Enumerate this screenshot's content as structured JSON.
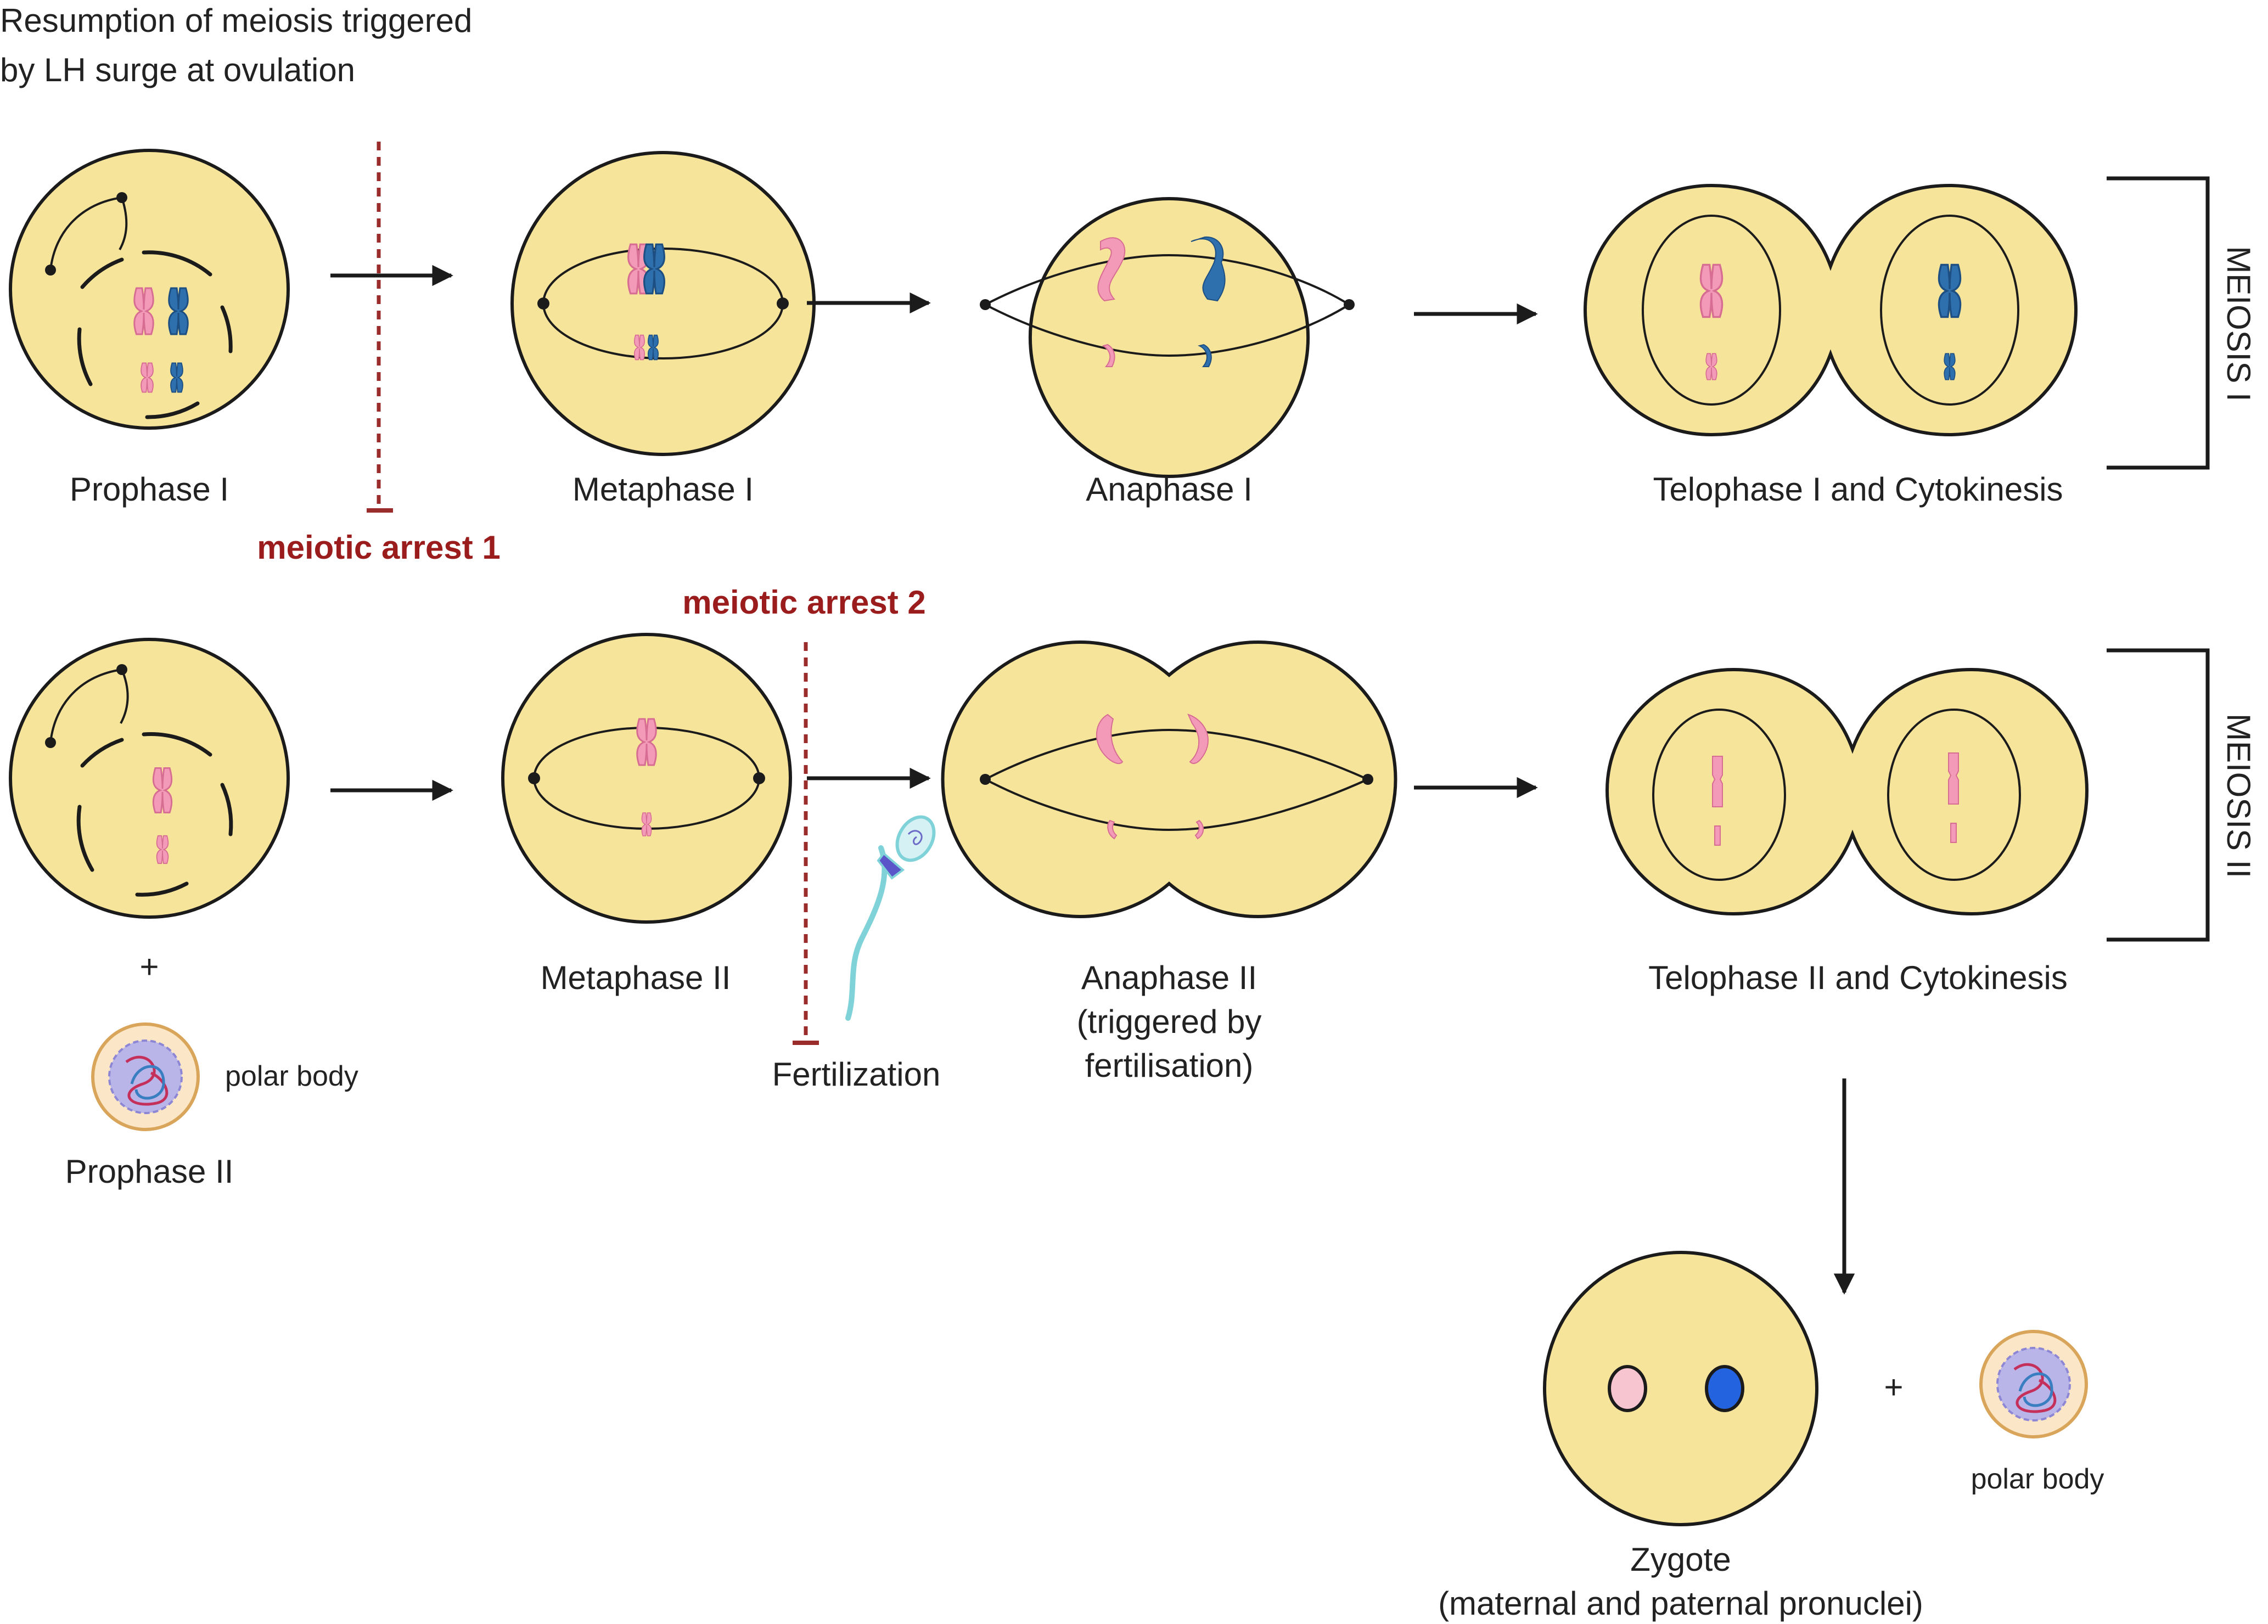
{
  "title": {
    "line1": "Resumption of meiosis triggered",
    "line2": "by LH surge at ovulation"
  },
  "stages": {
    "prophase1": "Prophase I",
    "metaphase1": "Metaphase I",
    "anaphase1": "Anaphase I",
    "telophase1": "Telophase I and Cytokinesis",
    "prophase2": "Prophase II",
    "metaphase2": "Metaphase II",
    "anaphase2_line1": "Anaphase II",
    "anaphase2_line2": "(triggered by",
    "anaphase2_line3": "fertilisation)",
    "telophase2": "Telophase II and Cytokinesis",
    "zygote_line1": "Zygote",
    "zygote_line2": "(maternal and paternal pronuclei)"
  },
  "arrests": {
    "arrest1": "meiotic arrest 1",
    "arrest2": "meiotic arrest 2",
    "fertilization": "Fertilization"
  },
  "sections": {
    "meiosis1": "MEIOSIS I",
    "meiosis2": "MEIOSIS II"
  },
  "polar_body": {
    "label1": "polar body",
    "label2": "polar body",
    "plus1": "+",
    "plus2": "+"
  },
  "colors": {
    "cytoplasm": "#f6e49a",
    "maternal_chromosome": "#f29ab8",
    "paternal_chromosome": "#2e6fae",
    "arrest": "#9b1c1c",
    "polar_body": "#fbe7c7",
    "sperm": "#7fd3d8"
  }
}
